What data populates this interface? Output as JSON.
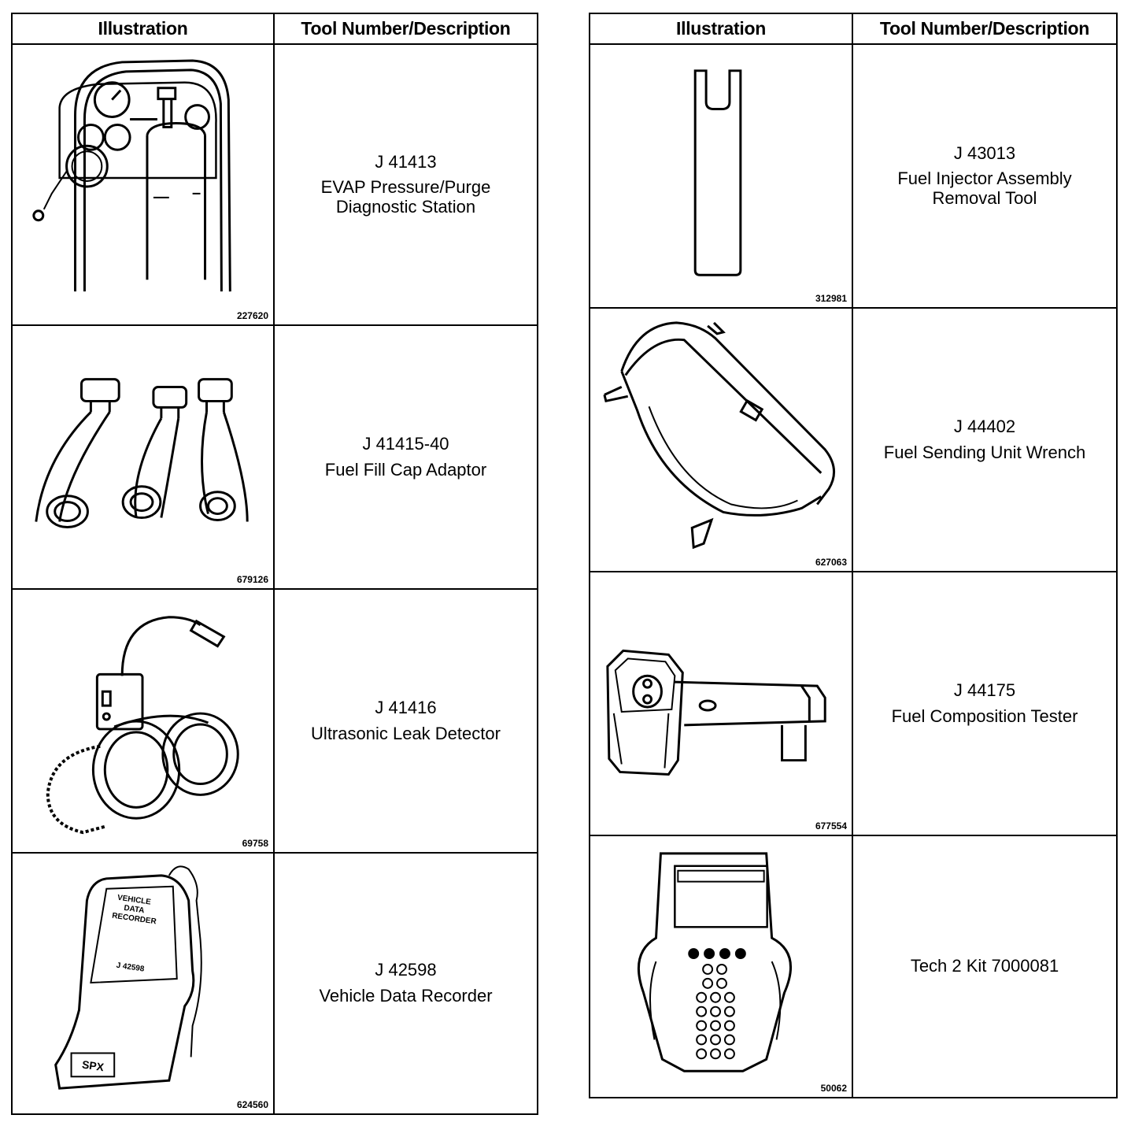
{
  "headers": {
    "illustration": "Illustration",
    "description": "Tool Number/Description"
  },
  "left": [
    {
      "fig": "227620",
      "number": "J 41413",
      "description": "EVAP Pressure/Purge Diagnostic Station"
    },
    {
      "fig": "679126",
      "number": "J 41415-40",
      "description": "Fuel Fill Cap Adaptor"
    },
    {
      "fig": "69758",
      "number": "J 41416",
      "description": "Ultrasonic Leak Detector"
    },
    {
      "fig": "624560",
      "number": "J 42598",
      "description": "Vehicle Data Recorder",
      "device_text": [
        "VEHICLE",
        "DATA",
        "RECORDER",
        "J 42598",
        "SPX"
      ]
    }
  ],
  "right": [
    {
      "fig": "312981",
      "number": "J 43013",
      "description": "Fuel Injector Assembly Removal Tool"
    },
    {
      "fig": "627063",
      "number": "J 44402",
      "description": "Fuel Sending Unit Wrench"
    },
    {
      "fig": "677554",
      "number": "J 44175",
      "description": "Fuel Composition Tester"
    },
    {
      "fig": "50062",
      "number": "",
      "description": "Tech 2 Kit 7000081"
    }
  ]
}
